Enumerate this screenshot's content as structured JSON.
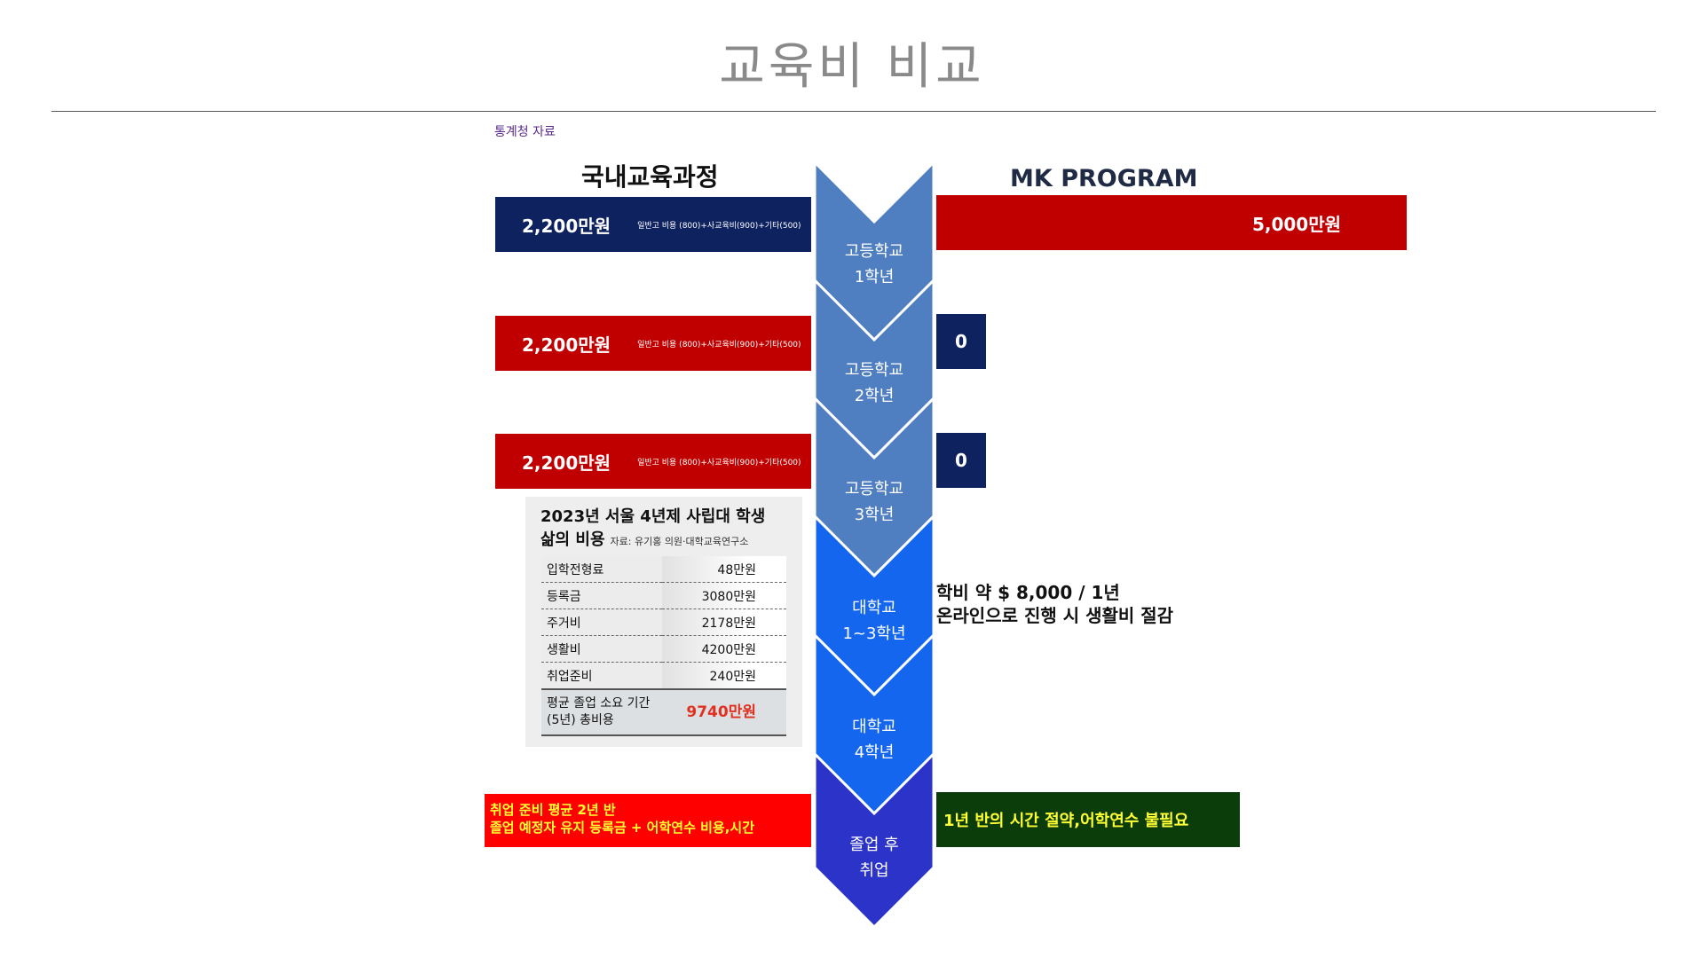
{
  "page_title": "교육비 비교",
  "source_note": "통계청 자료",
  "domestic_heading": "국내교육과정",
  "mk_heading": "MK PROGRAM",
  "domestic_rows": [
    {
      "amount": "2,200만원",
      "note": "일반고 비용 (800)+사교육비(900)+기타(500)",
      "color": "#0f2260"
    },
    {
      "amount": "2,200만원",
      "note": "일반고 비용 (800)+사교육비(900)+기타(500)",
      "color": "#c00000"
    },
    {
      "amount": "2,200만원",
      "note": "일반고 비용 (800)+사교육비(900)+기타(500)",
      "color": "#c00000"
    }
  ],
  "mk_rows": [
    "5,000만원",
    "0",
    "0"
  ],
  "stages": [
    {
      "line1": "고등학교",
      "line2": "1학년"
    },
    {
      "line1": "고등학교",
      "line2": "2학년"
    },
    {
      "line1": "고등학교",
      "line2": "3학년"
    },
    {
      "line1": "대학교",
      "line2": "1~3학년"
    },
    {
      "line1": "대학교",
      "line2": "4학년"
    },
    {
      "line1": "졸업 후",
      "line2": "취업"
    }
  ],
  "stage_colors": [
    "#4f7fc0",
    "#4f7fc0",
    "#4f7fc0",
    "#1466ee",
    "#1466ee",
    "#2b33c8"
  ],
  "cost_table": {
    "title_line1": "2023년 서울 4년제 사립대 학생",
    "title_line2": "삶의 비용",
    "source": "자료: 유기홍 의원·대학교육연구소",
    "rows": [
      {
        "label": "입학전형료",
        "value": "48만원"
      },
      {
        "label": "등록금",
        "value": "3080만원"
      },
      {
        "label": "주거비",
        "value": "2178만원"
      },
      {
        "label": "생활비",
        "value": "4200만원"
      },
      {
        "label": "취업준비",
        "value": "240만원"
      }
    ],
    "total_label_line1": "평균 졸업 소요 기간",
    "total_label_line2": "(5년) 총비용",
    "total_value": "9740만원"
  },
  "univ_note": {
    "line1": "학비 약 $ 8,000 / 1년",
    "line2": "온라인으로 진행 시 생활비 절감"
  },
  "job_left": {
    "line1": "취업 준비 평균 2년 반",
    "line2": "졸업 예정자 유지 등록금 + 어학연수 비용,시간"
  },
  "job_right": "1년 반의 시간 절약,어학연수 불필요"
}
